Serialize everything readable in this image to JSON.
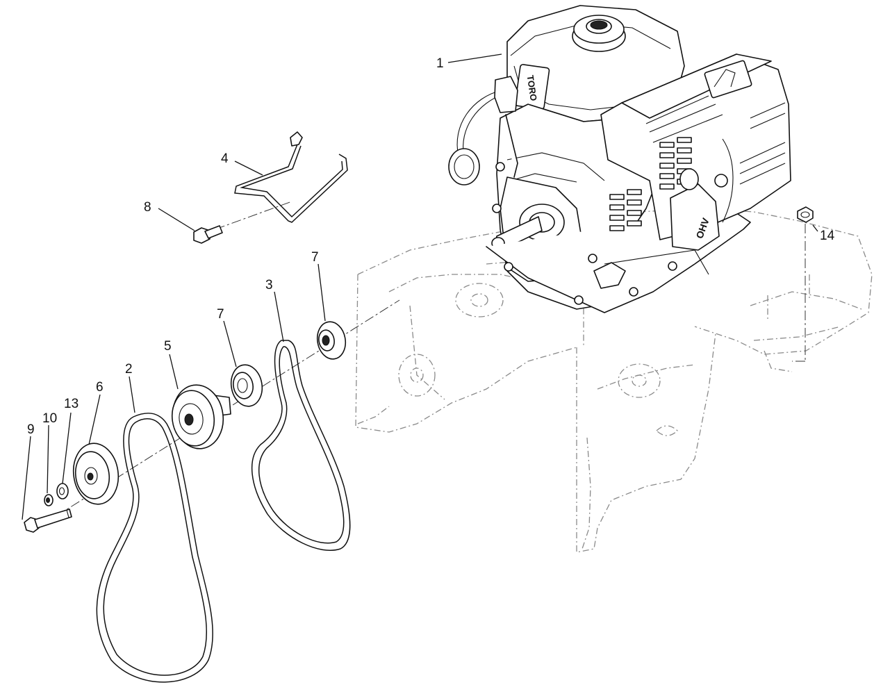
{
  "diagram": {
    "brand_mark": "TORO",
    "engine_badge": "OHV",
    "callouts": [
      {
        "id": "callout-1",
        "label": "1"
      },
      {
        "id": "callout-2",
        "label": "2"
      },
      {
        "id": "callout-3",
        "label": "3"
      },
      {
        "id": "callout-4",
        "label": "4"
      },
      {
        "id": "callout-5",
        "label": "5"
      },
      {
        "id": "callout-6",
        "label": "6"
      },
      {
        "id": "callout-7a",
        "label": "7"
      },
      {
        "id": "callout-7b",
        "label": "7"
      },
      {
        "id": "callout-8",
        "label": "8"
      },
      {
        "id": "callout-9",
        "label": "9"
      },
      {
        "id": "callout-10",
        "label": "10"
      },
      {
        "id": "callout-13",
        "label": "13"
      },
      {
        "id": "callout-14",
        "label": "14"
      }
    ]
  }
}
